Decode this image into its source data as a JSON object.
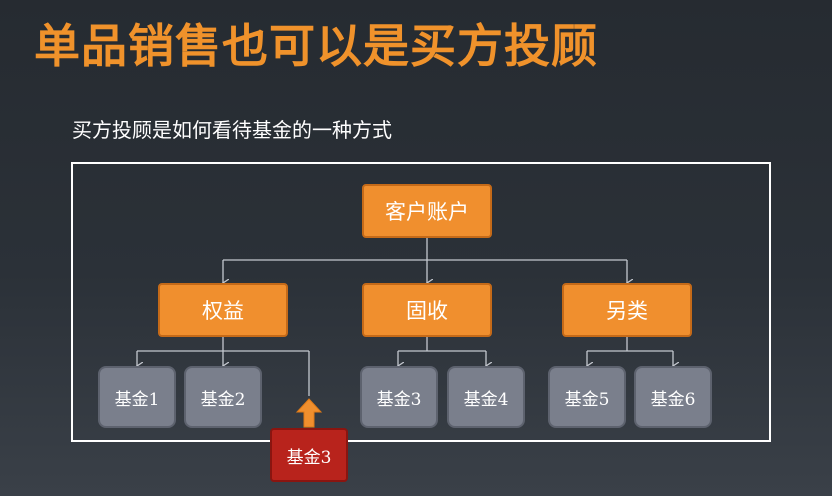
{
  "slide": {
    "title": "单品销售也可以是买方投顾",
    "subtitle": "买方投顾是如何看待基金的一种方式"
  },
  "diagram": {
    "root": "客户账户",
    "categories": [
      "权益",
      "固收",
      "另类"
    ],
    "funds": [
      "基金1",
      "基金2",
      "基金3",
      "基金4",
      "基金5",
      "基金6"
    ],
    "highlighted_fund": "基金3"
  },
  "colors": {
    "title": "#f0922b",
    "node_orange": "#f08f2e",
    "node_gray": "#7a7f8c",
    "node_red": "#b8231c"
  }
}
